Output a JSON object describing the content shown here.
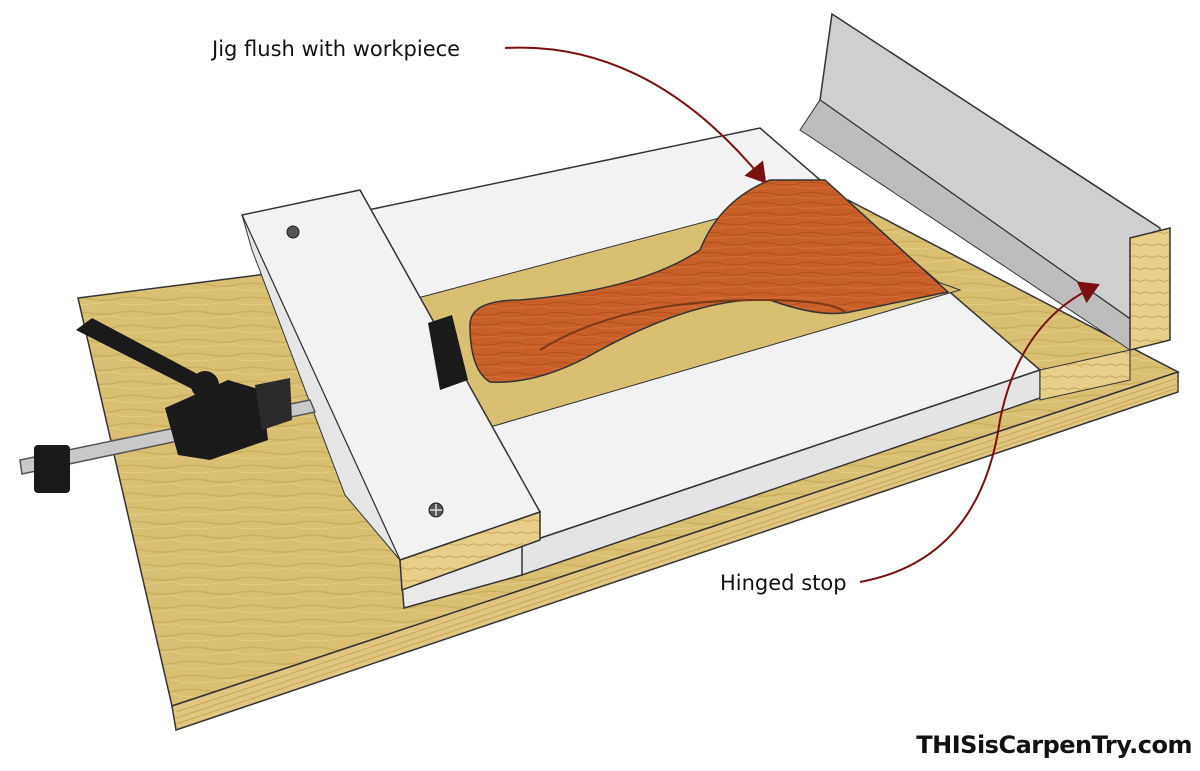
{
  "annotations": {
    "jig_flush": "Jig flush with workpiece",
    "hinged_stop": "Hinged stop"
  },
  "brand": {
    "logo_text": "THISisCarpenTry.com"
  },
  "colors": {
    "base_plywood": "#d8bf72",
    "base_edge": "#e6cf8c",
    "jig_white": "#f2f2f2",
    "jig_shadow": "#d9d9d9",
    "workpiece": "#c9602a",
    "clamp": "#1a1a1a",
    "arrow": "#7a1010"
  }
}
